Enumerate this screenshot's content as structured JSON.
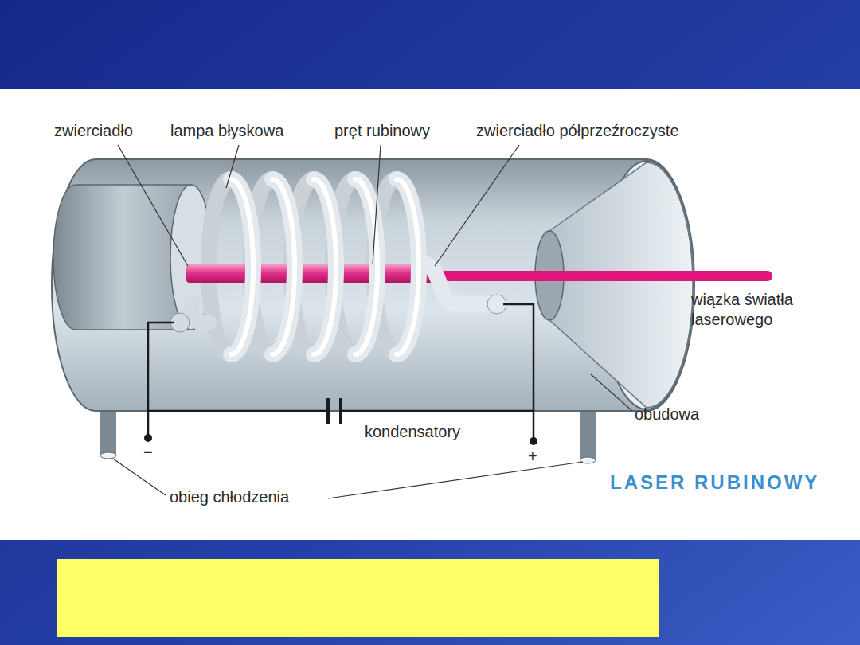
{
  "diagram": {
    "title": "LASER RUBINOWY",
    "labels": [
      "zwierciadło",
      "lampa błyskowa",
      "pręt rubinowy",
      "zwierciadło półprzeźroczyste",
      "wiązka światła laserowego",
      "obudowa",
      "kondensatory",
      "−",
      "+",
      "obieg chłodzenia"
    ]
  }
}
